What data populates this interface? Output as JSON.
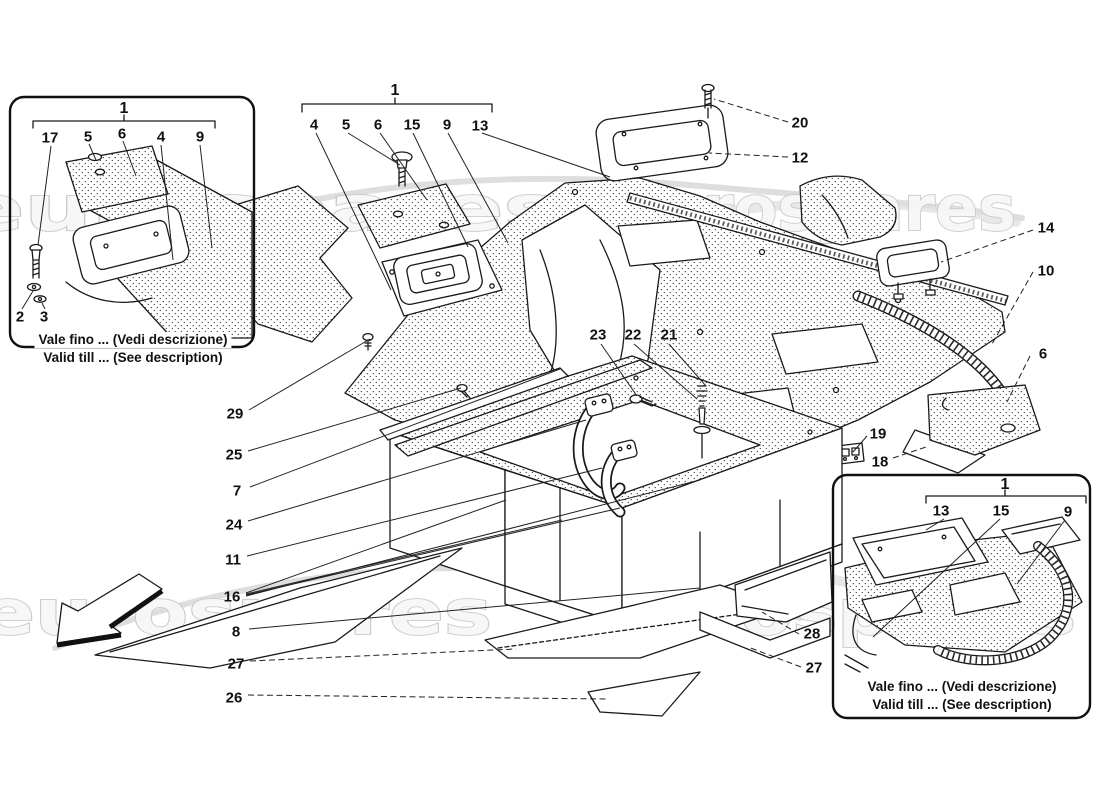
{
  "watermark": {
    "text": "eurospares"
  },
  "main": {
    "bracket_label": "1",
    "bracket_items": [
      "4",
      "5",
      "6",
      "15",
      "9",
      "13"
    ],
    "left_column": [
      "29",
      "25",
      "7",
      "24",
      "11",
      "16",
      "8",
      "27",
      "26"
    ],
    "center_items": [
      "23",
      "22",
      "21"
    ],
    "right_items": [
      "20",
      "12",
      "14",
      "10",
      "6",
      "19",
      "18",
      "28",
      "27"
    ]
  },
  "inset_top_left": {
    "bracket_label": "1",
    "top_items": [
      "17",
      "5",
      "6",
      "4",
      "9"
    ],
    "bottom_items": [
      "2",
      "3"
    ],
    "note_line1": "Vale fino ... (Vedi descrizione)",
    "note_line2": "Valid till ... (See description)"
  },
  "inset_bottom_right": {
    "bracket_label": "1",
    "top_items": [
      "13",
      "15",
      "9"
    ],
    "note_line1": "Vale fino ... (Vedi descrizione)",
    "note_line2": "Valid till ... (See description)"
  }
}
